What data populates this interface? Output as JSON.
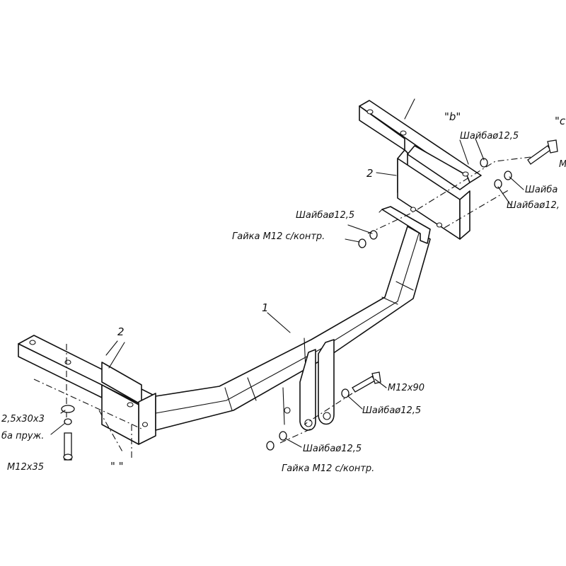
{
  "parts": {
    "beam": "1",
    "bracket_right": "2",
    "bracket_left": "2"
  },
  "views": {
    "b": "\"b\"",
    "c": "\"c\"",
    "a": "\" \""
  },
  "labels": {
    "washer_top_right": "Шайбаø12,5",
    "bolt_top_right": "M",
    "washer_spring_right": "Шайба",
    "washer_right_lower": "Шайбаø12,",
    "washer_mid": "Шайбаø12,5",
    "nut_mid": "Гайка М12 с/контр.",
    "bolt_ball_mount": "M12x90",
    "washer_ball_mount_upper": "Шайбаø12,5",
    "washer_ball_mount_lower": "Шайбаø12,5",
    "nut_ball_mount": "Гайка М12 с/контр.",
    "washer_left_big": "2,5x30x3",
    "washer_left_spring": "ба пруж.",
    "bolt_left": "M12x35"
  }
}
